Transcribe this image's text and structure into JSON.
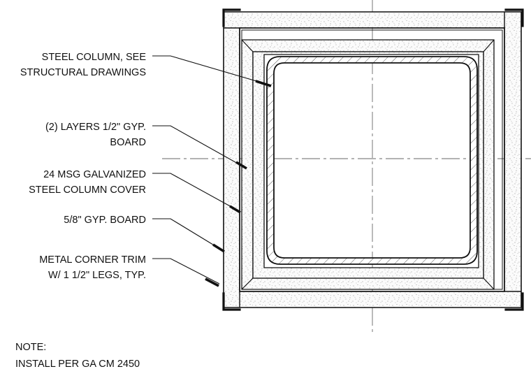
{
  "callouts": [
    {
      "id": "steel-column",
      "lines": [
        "STEEL COLUMN, SEE",
        "STRUCTURAL DRAWINGS"
      ]
    },
    {
      "id": "gyp-layers",
      "lines": [
        "(2) LAYERS 1/2\" GYP.",
        "BOARD"
      ]
    },
    {
      "id": "column-cover",
      "lines": [
        "24 MSG GALVANIZED",
        "STEEL COLUMN COVER"
      ]
    },
    {
      "id": "gyp-board",
      "lines": [
        "5/8\" GYP. BOARD"
      ]
    },
    {
      "id": "corner-trim",
      "lines": [
        "METAL CORNER TRIM",
        "W/ 1 1/2\" LEGS, TYP."
      ]
    }
  ],
  "note": {
    "heading": "NOTE:",
    "text": "INSTALL PER GA CM 2450"
  },
  "colors": {
    "line": "#111111",
    "board_fill": "#fbfbfb",
    "speckle": "#777777"
  }
}
